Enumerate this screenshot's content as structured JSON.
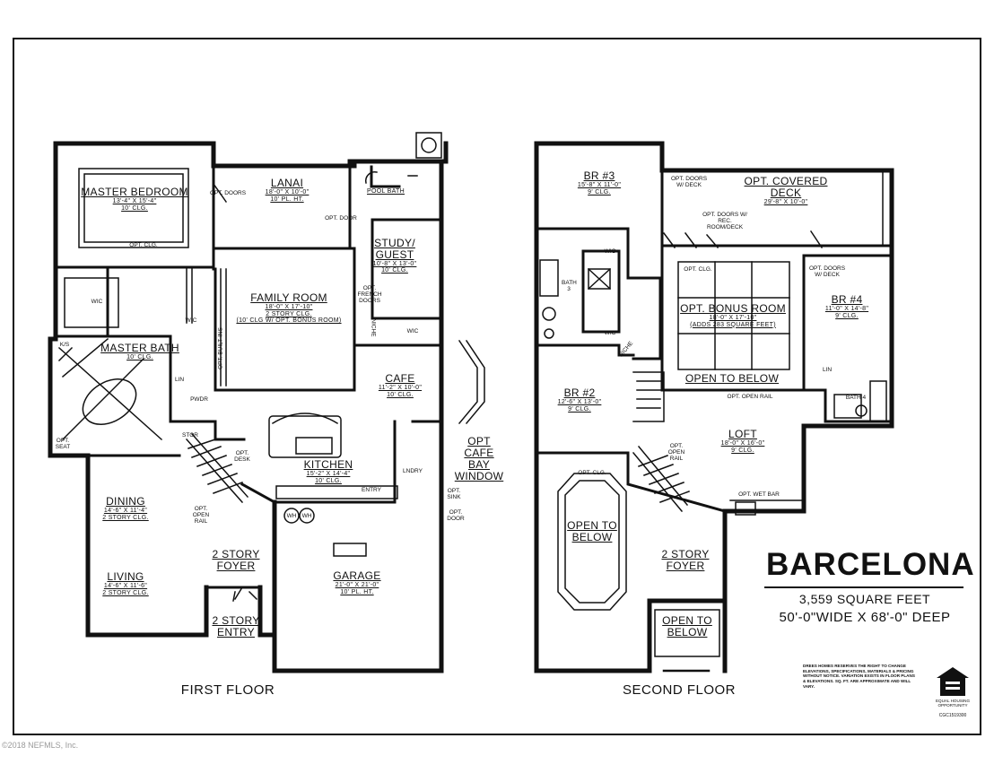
{
  "plan_title": "BARCELONA",
  "square_feet": "3,559 SQUARE FEET",
  "dimensions": "50'-0\"WIDE X 68'-0\" DEEP",
  "first_floor": {
    "caption": "FIRST FLOOR",
    "master_bedroom": {
      "name": "MASTER BEDROOM",
      "dim": "13'-4\" X 15'-4\"",
      "clg": "10' CLG."
    },
    "lanai": {
      "name": "LANAI",
      "dim": "18'-0\" X 10'-0\"",
      "clg": "10' PL. HT."
    },
    "pool_bath": "POOL BATH",
    "study": {
      "name": "STUDY/ GUEST",
      "dim": "10'-8\" X 13'-0\"",
      "clg": "10' CLG."
    },
    "family_room": {
      "name": "FAMILY ROOM",
      "dim": "18'-0\" X 17'-10\"",
      "clg": "2 STORY CLG.",
      "note": "(10' CLG W/ OPT. BONUS ROOM)"
    },
    "master_bath": {
      "name": "MASTER BATH",
      "clg": "10' CLG."
    },
    "cafe": {
      "name": "CAFE",
      "dim": "11'-2\" X 10'-0\"",
      "clg": "10' CLG."
    },
    "kitchen": {
      "name": "KITCHEN",
      "dim": "15'-2\" X 14'-4\"",
      "clg": "10' CLG."
    },
    "dining": {
      "name": "DINING",
      "dim": "14'-6\" X 11'-4\"",
      "clg": "2 STORY CLG."
    },
    "living": {
      "name": "LIVING",
      "dim": "14'-6\" X 11'-6\"",
      "clg": "2 STORY CLG."
    },
    "foyer": "2 STORY FOYER",
    "entry": "2 STORY ENTRY",
    "garage": {
      "name": "GARAGE",
      "dim": "21'-0\" X 21'-0\"",
      "clg": "10' PL. HT."
    },
    "cafe_bay": "OPT CAFE BAY WINDOW",
    "notes": {
      "opt_doors_lanai": "OPT. DOORS",
      "opt_door": "OPT. DOOR",
      "opt_french": "OPT. FRENCH DOORS",
      "opt_clg": "OPT. CLG.",
      "opt_built_ins": "OPT. BUILT-INS",
      "wic1": "WIC",
      "wic2": "WIC",
      "wic3": "WIC",
      "niche": "NICHE",
      "linen": "LIN",
      "ks": "K/S",
      "opt_seat": "OPT. SEAT",
      "pwdr": "PWDR",
      "stor": "STOR",
      "opt_desk": "OPT. DESK",
      "opt_open_rail": "OPT. OPEN RAIL",
      "lndry": "LNDRY",
      "entry_small": "ENTRY",
      "opt_sink": "OPT. SINK",
      "opt_door2": "OPT. DOOR",
      "wh1": "WH",
      "wh2": "WH"
    }
  },
  "second_floor": {
    "caption": "SECOND FLOOR",
    "br3": {
      "name": "BR #3",
      "dim": "15'-8\" X 11'-0\"",
      "clg": "9' CLG."
    },
    "covered_deck": {
      "name": "OPT. COVERED DECK",
      "dim": "29'-8\" X 10'-0\""
    },
    "opt_doors_deck": "OPT. DOORS W/ DECK",
    "opt_doors_rec": "OPT. DOORS W/ REC. ROOM/DECK",
    "bath3": "BATH 3",
    "wic_a": "WIC",
    "wic_b": "WIC",
    "niche": "NICHE",
    "bonus": {
      "name": "OPT. BONUS ROOM",
      "dim": "18'-0\" X 17'-10\"",
      "note": "(ADDS 283 SQUARE FEET)",
      "opt_clg": "OPT. CLG.",
      "open_below": "OPEN TO BELOW"
    },
    "br4": {
      "name": "BR #4",
      "dim": "11'-0\" X 14'-8\"",
      "clg": "9' CLG.",
      "opt_doors": "OPT. DOORS W/ DECK"
    },
    "br2": {
      "name": "BR #2",
      "dim": "12'-6\" X 13'-0\"",
      "clg": "9' CLG."
    },
    "opt_open_rail": "OPT. OPEN RAIL",
    "loft": {
      "name": "LOFT",
      "dim": "18'-0\" X 16'-0\"",
      "clg": "9' CLG."
    },
    "opt_open_rail2": "OPT. OPEN RAIL",
    "lin": "LIN",
    "bath4": "BATH 4",
    "opt_wet_bar": "OPT. WET BAR",
    "open_below_left": "OPEN TO BELOW",
    "opt_clg_left": "OPT. CLG.",
    "foyer": "2 STORY FOYER",
    "open_below_entry": "OPEN TO BELOW"
  },
  "disclaimer": "Drees Homes reserves the right to change elevations, specifications, materials & pricing without notice. Variation exists in floor plans & elevations. Sq. ft. are approximate and will vary.",
  "eho_caption": "EQUAL HOUSING OPPORTUNITY",
  "license_code": "CGC1519300",
  "copyright": "©2018 NEFMLS, Inc."
}
